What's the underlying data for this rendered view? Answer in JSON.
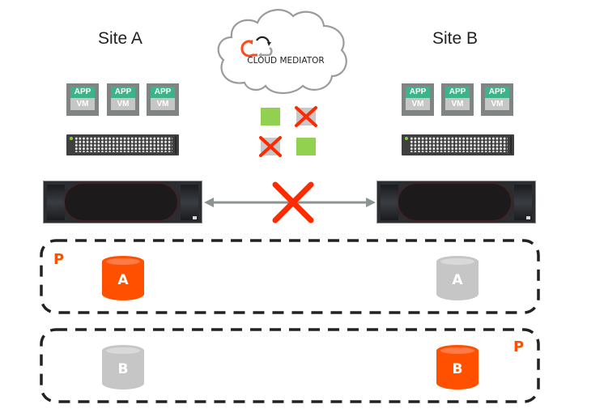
{
  "sites": {
    "a": {
      "title": "Site A"
    },
    "b": {
      "title": "Site B"
    }
  },
  "mediator": {
    "label": "CLOUD MEDIATOR",
    "icon": "cloud-sync-icon"
  },
  "vm_tiles": {
    "app_label": "APP",
    "vm_label": "VM"
  },
  "heartbeat": {
    "states": [
      "ok",
      "fail",
      "fail",
      "ok"
    ]
  },
  "link": {
    "status": "broken",
    "icon": "x-mark-icon"
  },
  "pools": [
    {
      "name": "A",
      "primary_site": "Site A",
      "primary_marker": "P",
      "site_a_state": "active",
      "site_b_state": "standby"
    },
    {
      "name": "B",
      "primary_site": "Site B",
      "primary_marker": "P",
      "site_a_state": "standby",
      "site_b_state": "active"
    }
  ],
  "colors": {
    "active": "#ff5000",
    "standby": "#c6c6c6",
    "ok": "#92d050",
    "fail": "#ff2a00",
    "app": "#3db38a",
    "link": "#8b9491"
  }
}
